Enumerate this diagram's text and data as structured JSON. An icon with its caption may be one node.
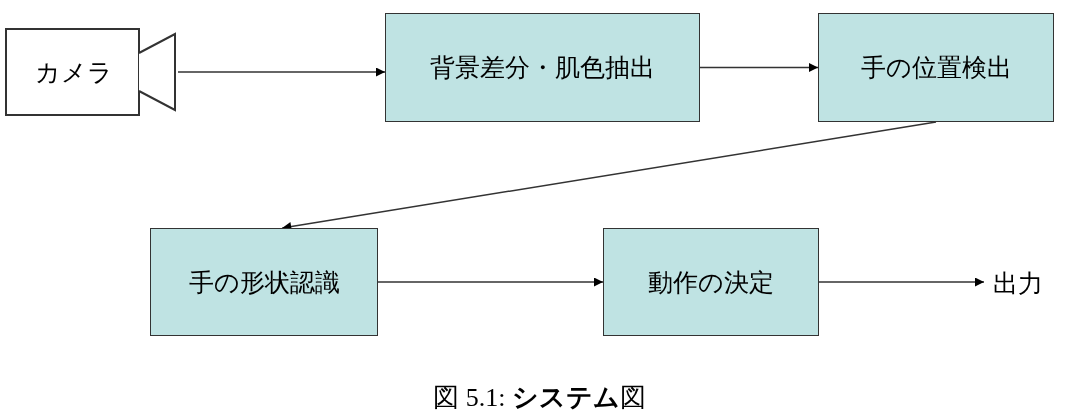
{
  "diagram": {
    "caption": "図 5.1: **システム**図",
    "nodes": [
      {
        "text": [
          "カメラ"
        ]
      },
      {
        "text": [
          "背景差分・肌色抽出"
        ]
      },
      {
        "text": [
          "手の位置検出"
        ]
      },
      {
        "text": [
          "手の形状認識"
        ]
      },
      {
        "text": [
          "動作の決定"
        ]
      },
      {
        "text": [
          "出力"
        ]
      }
    ],
    "edges": [
      {
        "from": 0,
        "to": 1,
        "arrow": "to"
      },
      {
        "from": 1,
        "to": 2,
        "arrow": "to"
      },
      {
        "from": 2,
        "to": 3,
        "arrow": "to"
      },
      {
        "from": 3,
        "to": 4,
        "arrow": "to"
      },
      {
        "from": 4,
        "to": 5,
        "arrow": "to"
      }
    ]
  }
}
